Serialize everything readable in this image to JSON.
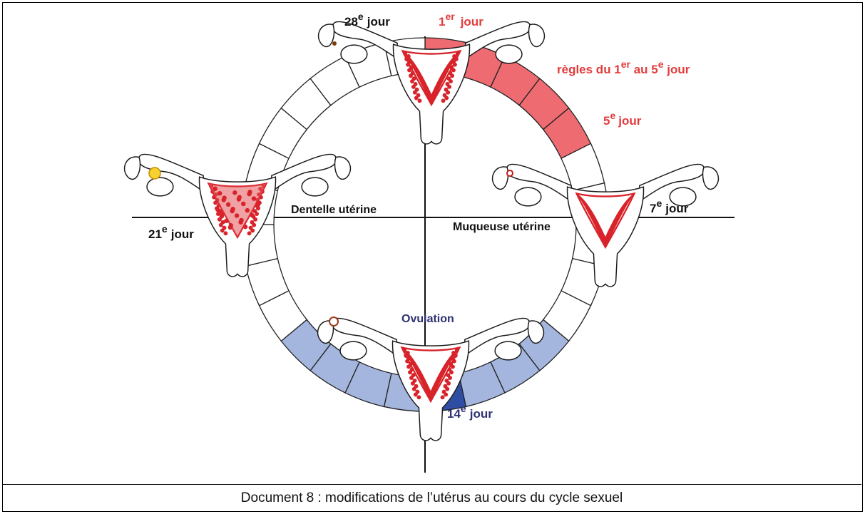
{
  "caption": "Document 8 :  modifications de l’utérus au cours du cycle sexuel",
  "labels": {
    "day28": {
      "num": "28",
      "sup": "e",
      "word": "jour"
    },
    "day1": {
      "num": "1",
      "sup": "er",
      "word": "jour"
    },
    "regles": {
      "a": "règles du 1",
      "a_sup": "er",
      "b": " au 5",
      "b_sup": "e",
      "c": " jour"
    },
    "day5": {
      "num": "5",
      "sup": "e",
      "word": "jour"
    },
    "day7": {
      "num": "7",
      "sup": "e",
      "word": "jour"
    },
    "day21": {
      "num": "21",
      "sup": "e",
      "word": "jour"
    },
    "day14": {
      "num": "14",
      "sup": "e",
      "word": "jour"
    },
    "dentelle": "Dentelle utérine",
    "muqueuse": "Muqueuse utérine",
    "ovulation": "Ovulation"
  },
  "colors": {
    "menstruation": "#ee6b72",
    "ovulation_phase": "#a4b6de",
    "ovulation_day": "#2f4ea3",
    "red_label": "#e23b3b",
    "navy_label": "#2d3170",
    "endometrium": "#d8232a"
  }
}
